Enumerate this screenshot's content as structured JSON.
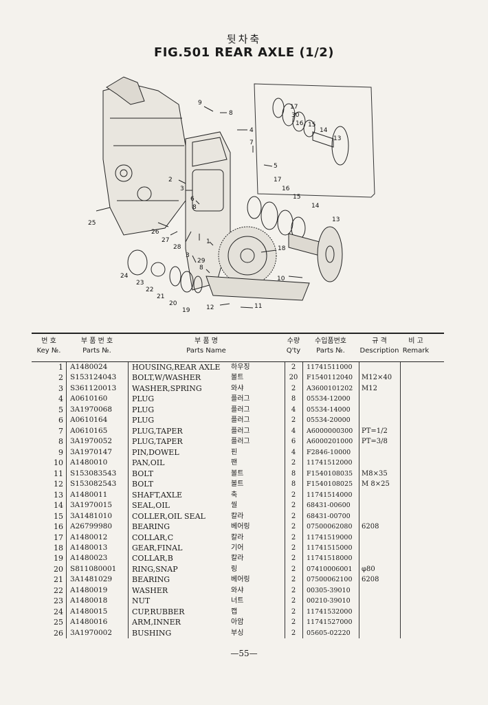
{
  "header": {
    "korean_title": "뒷차축",
    "figure_title": "FIG.501    REAR AXLE (1/2)"
  },
  "table": {
    "columns": [
      {
        "ko": "번 호",
        "en": "Key №."
      },
      {
        "ko": "부 품 번 호",
        "en": "Parts №."
      },
      {
        "ko": "부        품        명",
        "en": "Parts    Name"
      },
      {
        "ko": "수량",
        "en": "Q'ty"
      },
      {
        "ko": "수입품번호",
        "en": "Parts №."
      },
      {
        "ko": "규    격",
        "en": "Description"
      },
      {
        "ko": "비 고",
        "en": "Remark"
      }
    ],
    "rows": [
      {
        "key": "1",
        "part": "A1480024",
        "name": "HOUSING,REAR AXLE",
        "ko": "하우징",
        "qty": "2",
        "imp": "11741511000",
        "desc": "",
        "remark": ""
      },
      {
        "key": "2",
        "part": "S153124043",
        "name": "BOLT,W/WASHER",
        "ko": "볼트",
        "qty": "20",
        "imp": "F1540112040",
        "desc": "M12×40",
        "remark": ""
      },
      {
        "key": "3",
        "part": "S361120013",
        "name": "WASHER,SPRING",
        "ko": "와샤",
        "qty": "2",
        "imp": "A3600101202",
        "desc": "M12",
        "remark": ""
      },
      {
        "key": "4",
        "part": "A0610160",
        "name": "PLUG",
        "ko": "플러그",
        "qty": "8",
        "imp": "05534-12000",
        "desc": "",
        "remark": ""
      },
      {
        "key": "5",
        "part": "3A1970068",
        "name": "PLUG",
        "ko": "플러그",
        "qty": "4",
        "imp": "05534-14000",
        "desc": "",
        "remark": ""
      },
      {
        "key": "6",
        "part": "A0610164",
        "name": "PLUG",
        "ko": "플러그",
        "qty": "2",
        "imp": "05534-20000",
        "desc": "",
        "remark": ""
      },
      {
        "key": "7",
        "part": "A0610165",
        "name": "PLUG,TAPER",
        "ko": "플러그",
        "qty": "4",
        "imp": "A6000000300",
        "desc": "PT=1/2",
        "remark": ""
      },
      {
        "key": "8",
        "part": "3A1970052",
        "name": "PLUG,TAPER",
        "ko": "플러그",
        "qty": "6",
        "imp": "A6000201000",
        "desc": "PT=3/8",
        "remark": ""
      },
      {
        "key": "9",
        "part": "3A1970147",
        "name": "PIN,DOWEL",
        "ko": "핀",
        "qty": "4",
        "imp": "F2846-10000",
        "desc": "",
        "remark": ""
      },
      {
        "key": "10",
        "part": "A1480010",
        "name": "PAN,OIL",
        "ko": "팬",
        "qty": "2",
        "imp": "11741512000",
        "desc": "",
        "remark": ""
      },
      {
        "key": "11",
        "part": "S153083543",
        "name": "BOLT",
        "ko": "볼트",
        "qty": "8",
        "imp": "F1540108035",
        "desc": "M8×35",
        "remark": ""
      },
      {
        "key": "12",
        "part": "S153082543",
        "name": "BOLT",
        "ko": "볼트",
        "qty": "8",
        "imp": "F1540108025",
        "desc": "M 8×25",
        "remark": ""
      },
      {
        "key": "13",
        "part": "A1480011",
        "name": "SHAFT,AXLE",
        "ko": "축",
        "qty": "2",
        "imp": "11741514000",
        "desc": "",
        "remark": ""
      },
      {
        "key": "14",
        "part": "3A1970015",
        "name": "SEAL,OIL",
        "ko": "씰",
        "qty": "2",
        "imp": "68431-00600",
        "desc": "",
        "remark": ""
      },
      {
        "key": "15",
        "part": "3A1481010",
        "name": "COLLER,OIL SEAL",
        "ko": "칼라",
        "qty": "2",
        "imp": "68431-00700",
        "desc": "",
        "remark": ""
      },
      {
        "key": "16",
        "part": "A26799980",
        "name": "BEARING",
        "ko": "베어링",
        "qty": "2",
        "imp": "07500062080",
        "desc": "6208",
        "remark": ""
      },
      {
        "key": "17",
        "part": "A1480012",
        "name": "COLLAR,C",
        "ko": "칼라",
        "qty": "2",
        "imp": "11741519000",
        "desc": "",
        "remark": ""
      },
      {
        "key": "18",
        "part": "A1480013",
        "name": "GEAR,FINAL",
        "ko": "기어",
        "qty": "2",
        "imp": "11741515000",
        "desc": "",
        "remark": ""
      },
      {
        "key": "19",
        "part": "A1480023",
        "name": "COLLAR,B",
        "ko": "칼라",
        "qty": "2",
        "imp": "11741518000",
        "desc": "",
        "remark": ""
      },
      {
        "key": "20",
        "part": "S811080001",
        "name": "RING,SNAP",
        "ko": "링",
        "qty": "2",
        "imp": "07410006001",
        "desc": "φ80",
        "remark": ""
      },
      {
        "key": "21",
        "part": "3A1481029",
        "name": "BEARING",
        "ko": "베어링",
        "qty": "2",
        "imp": "07500062100",
        "desc": "6208",
        "remark": ""
      },
      {
        "key": "22",
        "part": "A1480019",
        "name": "WASHER",
        "ko": "와샤",
        "qty": "2",
        "imp": "00305-39010",
        "desc": "",
        "remark": ""
      },
      {
        "key": "23",
        "part": "A1480018",
        "name": "NUT",
        "ko": "너트",
        "qty": "2",
        "imp": "00210-39010",
        "desc": "",
        "remark": ""
      },
      {
        "key": "24",
        "part": "A1480015",
        "name": "CUP,RUBBER",
        "ko": "캡",
        "qty": "2",
        "imp": "11741532000",
        "desc": "",
        "remark": ""
      },
      {
        "key": "25",
        "part": "A1480016",
        "name": "ARM,INNER",
        "ko": "아암",
        "qty": "2",
        "imp": "11741527000",
        "desc": "",
        "remark": ""
      },
      {
        "key": "26",
        "part": "3A1970002",
        "name": "BUSHING",
        "ko": "부싱",
        "qty": "2",
        "imp": "05605-02220",
        "desc": "",
        "remark": ""
      }
    ]
  },
  "diagram": {
    "callouts": [
      "9",
      "8",
      "4",
      "7",
      "5",
      "2",
      "3",
      "6",
      "8",
      "25",
      "26",
      "27",
      "28",
      "3",
      "29",
      "8",
      "1",
      "17",
      "16",
      "15",
      "14",
      "13",
      "18",
      "10",
      "11",
      "12",
      "24",
      "23",
      "22",
      "21",
      "20",
      "19",
      "17",
      "30",
      "16",
      "15",
      "14",
      "13"
    ]
  },
  "footer": {
    "page_number": "—55—"
  }
}
